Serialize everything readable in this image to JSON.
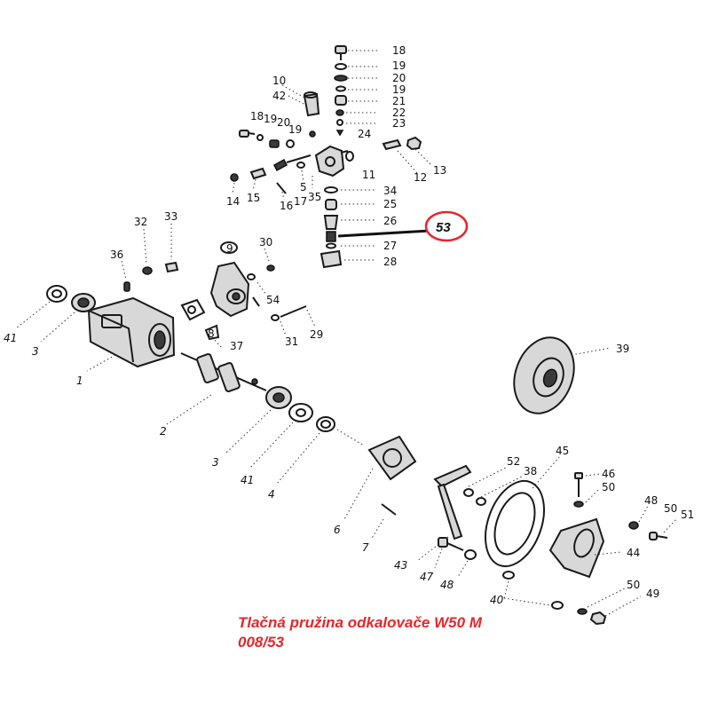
{
  "caption": {
    "line1": "Tlačná pružina odkalovače W50 M",
    "line2": "008/53"
  },
  "callout": {
    "label": "53",
    "color": "#e8262b"
  },
  "labels": {
    "l18a": "18",
    "l19a": "19",
    "l20a": "20",
    "l19b": "19",
    "l21": "21",
    "l22": "22",
    "l23": "23",
    "l10": "10",
    "l42": "42",
    "l18b": "18",
    "l19c": "19",
    "l20b": "20",
    "l19d": "19",
    "l24": "24",
    "l13": "13",
    "l12": "12",
    "l11": "11",
    "l34": "34",
    "l25": "25",
    "l26": "26",
    "l27": "27",
    "l28": "28",
    "l14": "14",
    "l15": "15",
    "l16": "16",
    "l17": "17",
    "l5": "5",
    "l35": "35",
    "l32": "32",
    "l33": "33",
    "l36": "36",
    "l9": "9",
    "l30": "30",
    "l54": "54",
    "l31": "31",
    "l29": "29",
    "l8": "8",
    "l37": "37",
    "l41a": "41",
    "l3a": "3",
    "l1": "1",
    "l2": "2",
    "l3b": "3",
    "l41b": "41",
    "l4": "4",
    "l39": "39",
    "l6": "6",
    "l7": "7",
    "l43": "43",
    "l47": "47",
    "l48a": "48",
    "l52": "52",
    "l38": "38",
    "l45": "45",
    "l46": "46",
    "l50a": "50",
    "l48b": "48",
    "l50b": "50",
    "l51": "51",
    "l44": "44",
    "l40": "40",
    "l50c": "50",
    "l49": "49"
  }
}
